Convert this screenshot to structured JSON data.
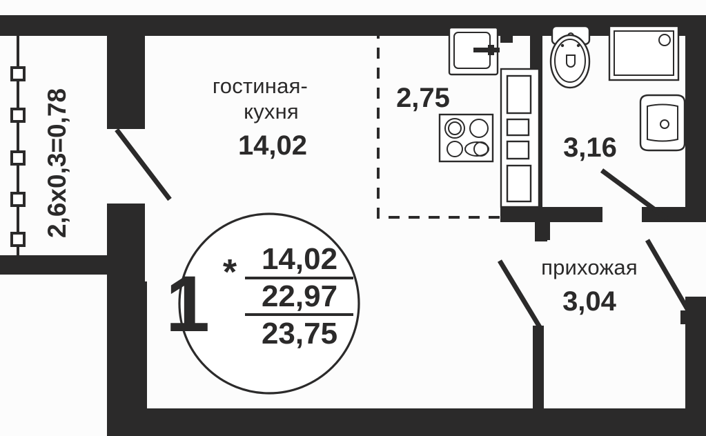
{
  "plan": {
    "type": "apartment-floor-plan",
    "unit_label": "1",
    "unit_star": "*",
    "areas": {
      "living_area": "14,02",
      "area_without_balcony": "22,97",
      "total_area": "23,75"
    },
    "rooms": [
      {
        "key": "living_kitchen",
        "name_line1": "гостиная-",
        "name_line2": "кухня",
        "area": "14,02"
      },
      {
        "key": "kitchen_zone",
        "name": "",
        "area": "2,75"
      },
      {
        "key": "bathroom",
        "name": "",
        "area": "3,16"
      },
      {
        "key": "hallway",
        "name": "прихожая",
        "area": "3,04"
      }
    ],
    "balcony": {
      "label": "2,6x0,3=0,78"
    },
    "fixtures": [
      "sink-icon",
      "stove-icon",
      "toilet-icon",
      "shower-icon",
      "washbasin-icon",
      "ventilation-shaft-icon",
      "window-icon",
      "balcony-railing-icon"
    ],
    "colors": {
      "wall": "#2b2a2a",
      "background": "#fcfcfc",
      "fixture_stroke": "#2b2a2a",
      "fixture_fill": "#ffffff"
    }
  }
}
